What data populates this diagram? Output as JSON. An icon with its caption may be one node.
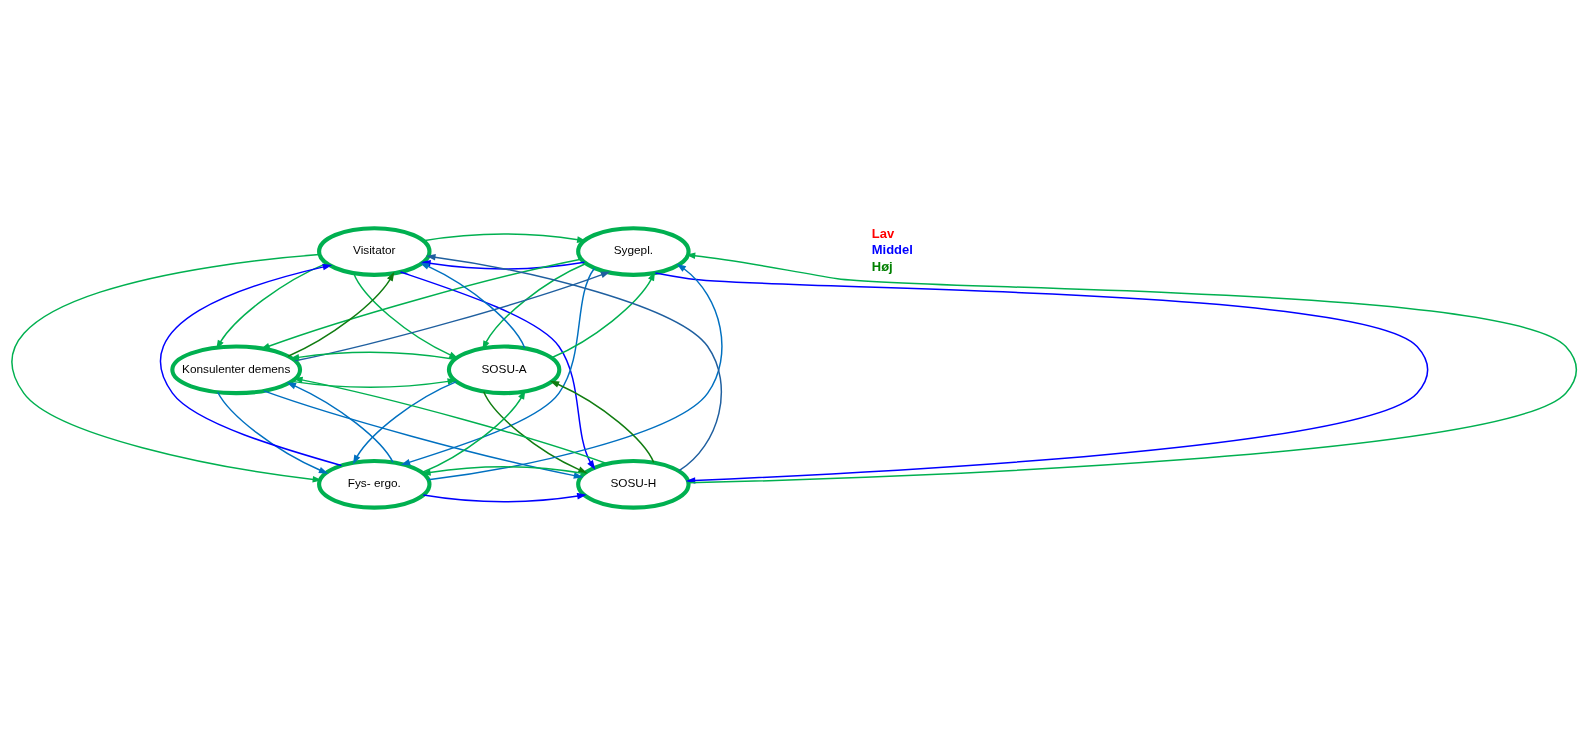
{
  "diagram": {
    "nodes": [
      {
        "text": [
          "Visitator"
        ]
      },
      {
        "text": [
          "Sygepl."
        ]
      },
      {
        "text": [
          "Konsulenter demens"
        ]
      },
      {
        "text": [
          "SOSU-A"
        ]
      },
      {
        "text": [
          "Fys- ergo."
        ]
      },
      {
        "text": [
          "SOSU-H"
        ]
      }
    ],
    "edges": [
      {
        "from": 1,
        "to": 0,
        "arrow": "to",
        "color": "#0000ff"
      },
      {
        "from": 0,
        "to": 1,
        "arrow": "to"
      },
      {
        "from": 2,
        "to": 0,
        "arrow": "to",
        "color": "#107c10"
      },
      {
        "from": 0,
        "to": 2,
        "arrow": "to"
      },
      {
        "from": 0,
        "to": 4,
        "arrow": "to"
      },
      {
        "from": 4,
        "to": 0,
        "arrow": "to",
        "color": "#0000ff"
      },
      {
        "from": 0,
        "to": 5,
        "arrow": "to",
        "color": "#0000ff"
      },
      {
        "from": 5,
        "to": 0,
        "arrow": "to",
        "color": "#1f5f9f"
      },
      {
        "from": 0,
        "to": 3,
        "arrow": "to"
      },
      {
        "from": 3,
        "to": 0,
        "arrow": "to",
        "color": "#0070c0"
      },
      {
        "from": 1,
        "to": 2,
        "arrow": "to"
      },
      {
        "from": 2,
        "to": 1,
        "arrow": "to",
        "color": "#1f5f9f"
      },
      {
        "from": 1,
        "to": 4,
        "arrow": "to",
        "color": "#0070c0"
      },
      {
        "from": 4,
        "to": 1,
        "arrow": "to",
        "color": "#0070c0"
      },
      {
        "from": 1,
        "to": 5,
        "arrow": "to",
        "color": "#0000ff"
      },
      {
        "from": 5,
        "to": 1,
        "arrow": "to"
      },
      {
        "from": 1,
        "to": 3,
        "arrow": "to"
      },
      {
        "from": 3,
        "to": 1,
        "arrow": "to"
      },
      {
        "from": 2,
        "to": 3,
        "arrow": "to"
      },
      {
        "from": 3,
        "to": 2,
        "arrow": "to"
      },
      {
        "from": 2,
        "to": 4,
        "arrow": "to",
        "color": "#0070c0"
      },
      {
        "from": 4,
        "to": 2,
        "arrow": "to",
        "color": "#0070c0"
      },
      {
        "from": 2,
        "to": 5,
        "arrow": "to",
        "color": "#0070c0"
      },
      {
        "from": 5,
        "to": 2,
        "arrow": "to"
      },
      {
        "from": 3,
        "to": 4,
        "arrow": "to",
        "color": "#0070c0"
      },
      {
        "from": 4,
        "to": 3,
        "arrow": "to"
      },
      {
        "from": 3,
        "to": 5,
        "arrow": "to",
        "color": "#107c10"
      },
      {
        "from": 5,
        "to": 3,
        "arrow": "to",
        "color": "#107c10"
      },
      {
        "from": 4,
        "to": 5,
        "arrow": "to",
        "color": "#0000ff"
      },
      {
        "from": 5,
        "to": 4,
        "arrow": "to"
      }
    ],
    "legend": [
      {
        "text": "Lav",
        "color": "#ff0000"
      },
      {
        "text": "Middel",
        "color": "#0000ff"
      },
      {
        "text": "Høj",
        "color": "#008000"
      }
    ]
  }
}
